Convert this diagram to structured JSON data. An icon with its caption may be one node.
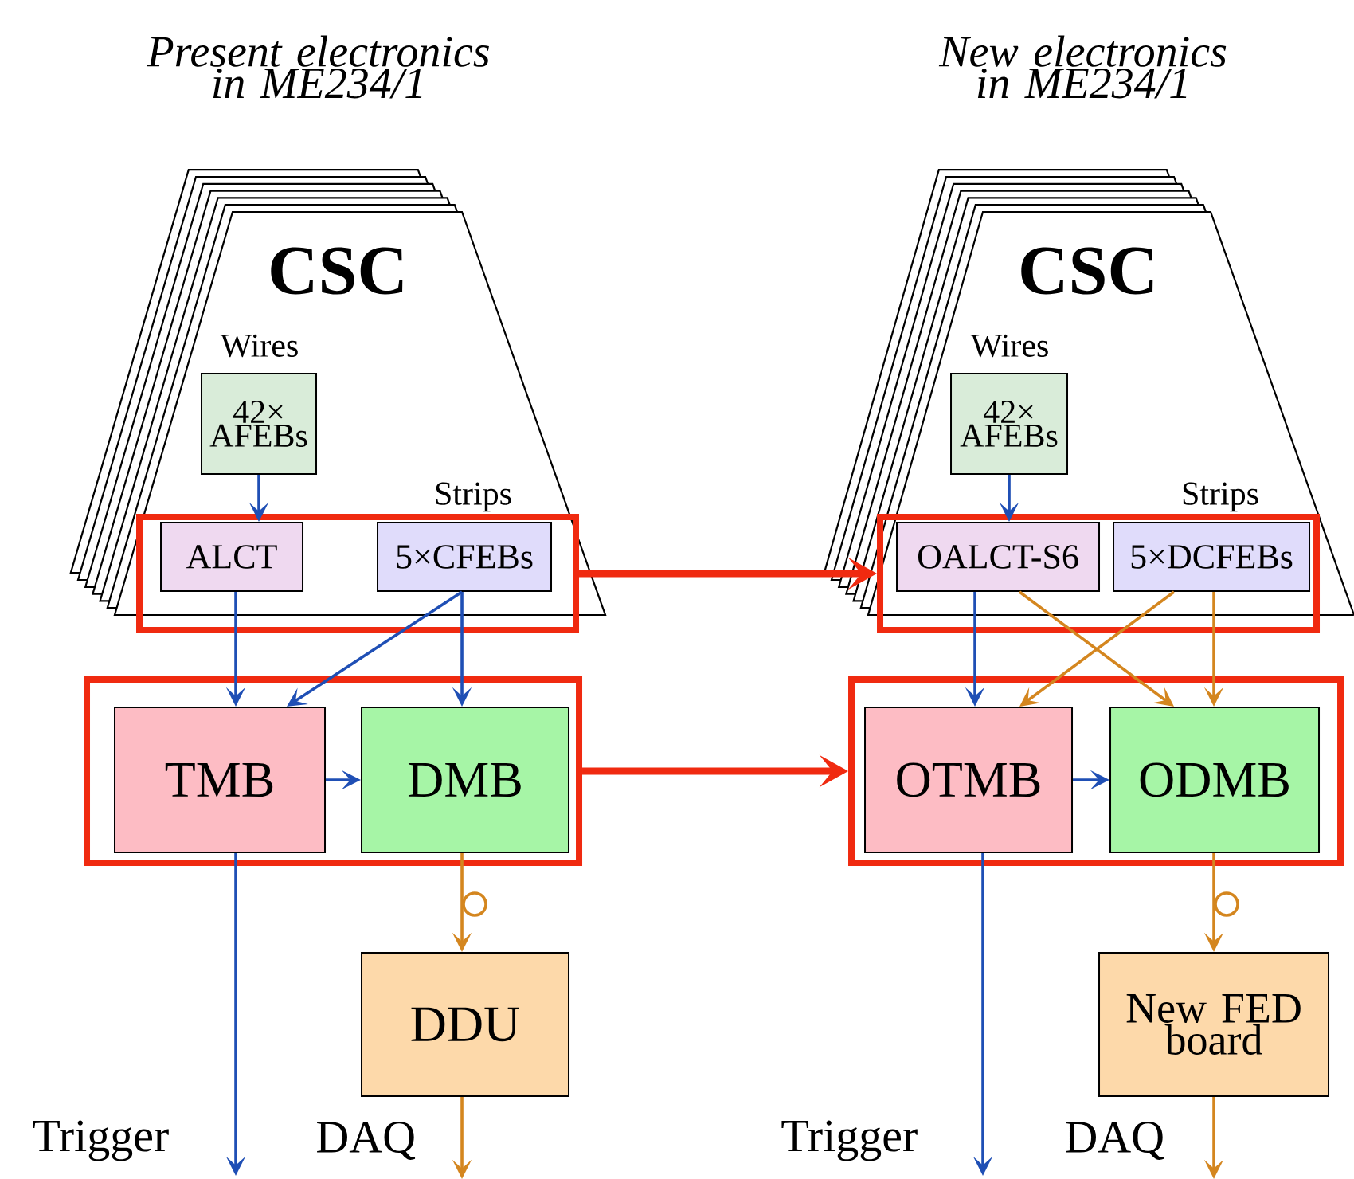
{
  "diagram": {
    "nodes": [
      {
        "text": [
          "CSC"
        ]
      },
      {
        "text": [
          "42× AFEBs"
        ],
        "in": 0,
        "beside": [
          "Wires"
        ]
      },
      {
        "text": [],
        "shape": "box"
      },
      {
        "text": [
          "ALCT"
        ],
        "in": 2
      },
      {
        "text": [
          "5×CFEBs"
        ],
        "in": 2,
        "beside": [
          "Strips"
        ]
      },
      {
        "text": [],
        "shape": "box"
      },
      {
        "text": [
          "TMB"
        ],
        "in": 5
      },
      {
        "text": [
          "DMB"
        ],
        "in": 5
      },
      {
        "text": [
          "DDU"
        ]
      },
      {
        "text": [
          "CSC"
        ]
      },
      {
        "text": [
          "42× AFEBs"
        ],
        "in": 9,
        "beside": [
          "Wires"
        ]
      },
      {
        "text": [],
        "shape": "box"
      },
      {
        "text": [
          "OALCT-S6"
        ],
        "in": 11
      },
      {
        "text": [
          "5×DCFEBs"
        ],
        "in": 11,
        "beside": [
          "Strips"
        ]
      },
      {
        "text": [],
        "shape": "box"
      },
      {
        "text": [
          "OTMB"
        ],
        "in": 14
      },
      {
        "text": [
          "ODMB"
        ],
        "in": 14
      },
      {
        "text": [
          "New FED board"
        ]
      }
    ],
    "edges": [
      {
        "from": 1,
        "to": 3,
        "arrow": "to"
      },
      {
        "from": 3,
        "to": 6,
        "arrow": "to"
      },
      {
        "from": 4,
        "to": 6,
        "arrow": "to"
      },
      {
        "from": 4,
        "to": 7,
        "arrow": "to"
      },
      {
        "from": 6,
        "to": 7,
        "arrow": "to"
      },
      {
        "from": 6,
        "to": null,
        "arrow": "to"
      },
      {
        "from": 7,
        "to": 8,
        "arrow": "to",
        "color": "#d4861f"
      },
      {
        "from": 8,
        "to": null,
        "arrow": "to",
        "color": "#d4861f"
      },
      {
        "from": 2,
        "to": 11,
        "arrow": "to",
        "style": "thick",
        "color": "#f02a10"
      },
      {
        "from": 5,
        "to": 14,
        "arrow": "to",
        "style": "thick",
        "color": "#f02a10"
      },
      {
        "from": 10,
        "to": 12,
        "arrow": "to"
      },
      {
        "from": 12,
        "to": 15,
        "arrow": "to"
      },
      {
        "from": 12,
        "to": 16,
        "arrow": "to",
        "color": "#d4861f"
      },
      {
        "from": 13,
        "to": 15,
        "arrow": "to",
        "color": "#d4861f"
      },
      {
        "from": 13,
        "to": 16,
        "arrow": "to",
        "color": "#d4861f"
      },
      {
        "from": 15,
        "to": 16,
        "arrow": "to"
      },
      {
        "from": 16,
        "to": 17,
        "arrow": "to",
        "color": "#d4861f"
      },
      {
        "from": 15,
        "to": null,
        "arrow": "to"
      },
      {
        "from": 17,
        "to": null,
        "arrow": "to",
        "color": "#d4861f"
      }
    ],
    "labels": [
      "Present electronics in ME234/1",
      "New electronics in ME234/1",
      "Trigger",
      "DAQ",
      "Trigger",
      "DAQ"
    ]
  }
}
